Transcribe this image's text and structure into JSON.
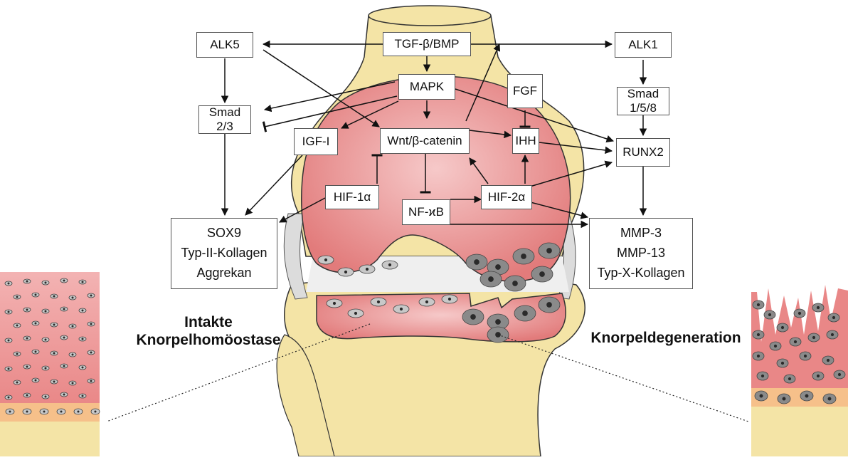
{
  "nodes": {
    "tgf": "TGF-β/BMP",
    "alk5": "ALK5",
    "alk1": "ALK1",
    "mapk": "MAPK",
    "fgf": "FGF",
    "smad23": [
      "Smad",
      "2/3"
    ],
    "smad158": [
      "Smad",
      "1/5/8"
    ],
    "igf": "IGF-I",
    "wnt": "Wnt/β-catenin",
    "ihh": "IHH",
    "runx2": "RUNX2",
    "hif1": "HIF-1α",
    "hif2": "HIF-2α",
    "nfkb": "NF-ϰB",
    "anabolic": [
      "SOX9",
      "Typ-II-Kollagen",
      "Aggrekan"
    ],
    "catabolic": [
      "MMP-3",
      "MMP-13",
      "Typ-X-Kollagen"
    ]
  },
  "captions": {
    "left": [
      "Intakte",
      "Knorpelhomöostase"
    ],
    "right": "Knorpeldegeneration"
  },
  "colors": {
    "bone": "#f4e4a6",
    "cartilage": "#e98787",
    "cell": "#8a8a8a",
    "cell_light": "#c8c8c8",
    "nucleus": "#2a2a2a",
    "joint_space": "#efefef",
    "calcified": "#f6c08a"
  }
}
